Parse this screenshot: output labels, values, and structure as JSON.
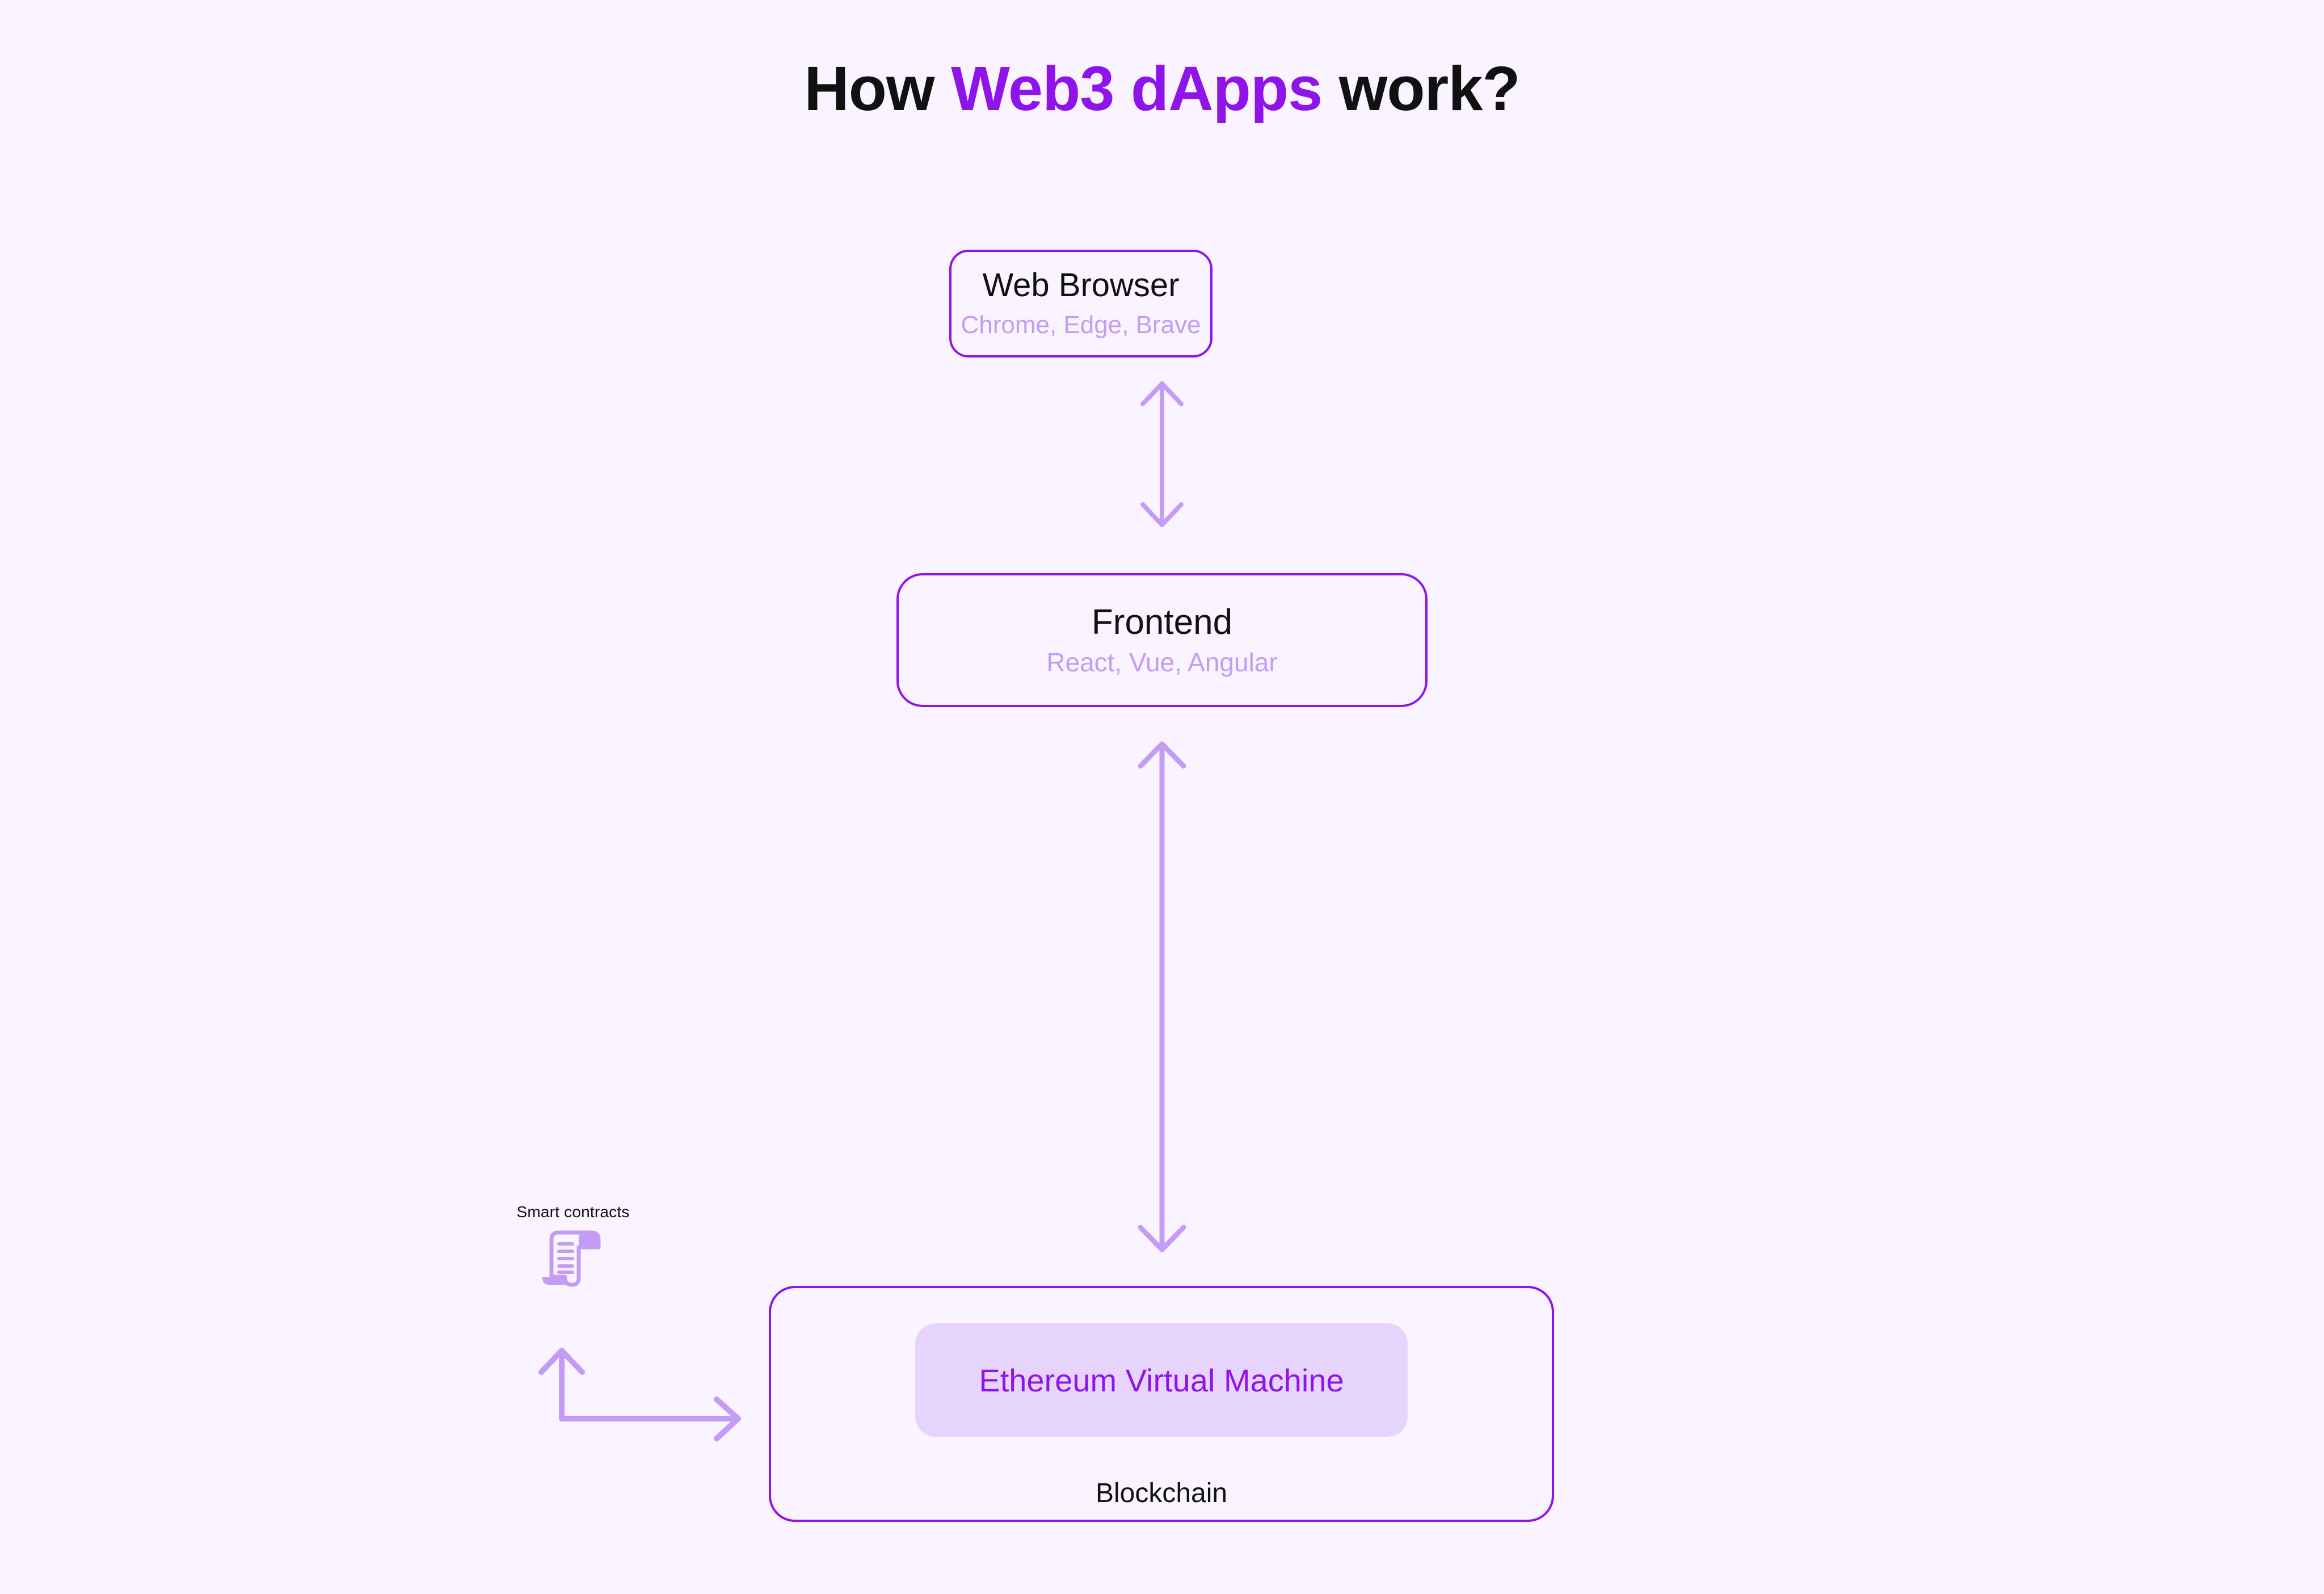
{
  "page": {
    "background_color": "#f9f4ff",
    "accent_color": "#8f14ea",
    "muted_accent_color": "#c49bf5",
    "soft_fill_color": "#e6d4fd",
    "text_color": "#111111"
  },
  "title": {
    "prefix": "How ",
    "accent": "Web3 dApps",
    "suffix": " work?"
  },
  "nodes": {
    "browser": {
      "title": "Web Browser",
      "subtitle": "Chrome, Edge, Brave"
    },
    "frontend": {
      "title": "Frontend",
      "subtitle": "React, Vue, Angular"
    },
    "blockchain": {
      "inner_title": "Ethereum Virtual Machine",
      "label": "Blockchain"
    },
    "smart_contracts": {
      "label": "Smart contracts",
      "icon": "scroll-document-icon"
    }
  },
  "connectors": [
    {
      "name": "browser-frontend-connector",
      "from": "browser",
      "to": "frontend",
      "style": "double-headed-vertical",
      "color": "#c49bf5"
    },
    {
      "name": "frontend-blockchain-connector",
      "from": "frontend",
      "to": "blockchain",
      "style": "double-headed-vertical",
      "color": "#c49bf5"
    },
    {
      "name": "smartcontracts-blockchain-connector",
      "from": "smart_contracts",
      "to": "blockchain",
      "style": "elbow-double-headed",
      "color": "#c49bf5"
    }
  ]
}
